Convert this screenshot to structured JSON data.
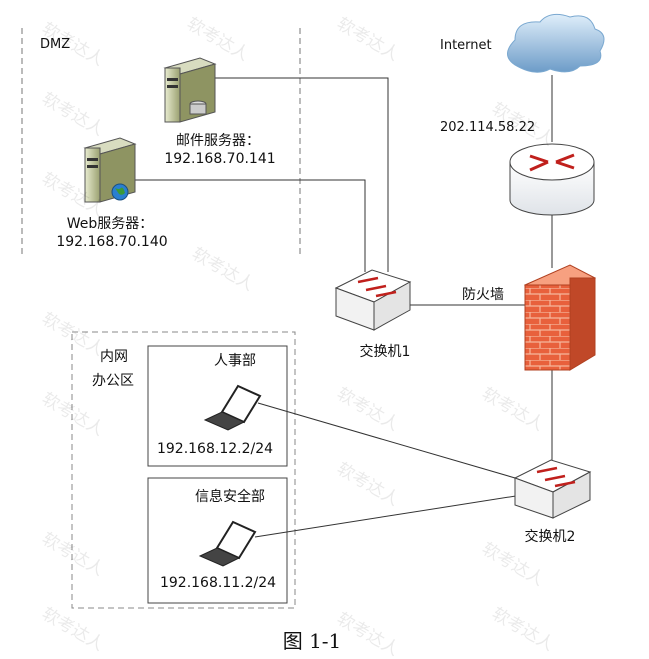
{
  "watermark": "软考达人",
  "dmz": {
    "label": "DMZ"
  },
  "mail_server": {
    "name": "邮件服务器：",
    "ip": "192.168.70.141"
  },
  "web_server": {
    "name": "Web服务器：",
    "ip": "192.168.70.140"
  },
  "internet": {
    "label": "Internet"
  },
  "router": {
    "ip": "202.114.58.22"
  },
  "firewall": {
    "label": "防火墙"
  },
  "switch1": {
    "label": "交换机1"
  },
  "switch2": {
    "label": "交换机2"
  },
  "intranet": {
    "line1": "内网",
    "line2": "办公区"
  },
  "hr_dept": {
    "name": "人事部",
    "ip": "192.168.12.2/24"
  },
  "infosec_dept": {
    "name": "信息安全部",
    "ip": "192.168.11.2/24"
  },
  "caption": "图 1-1"
}
